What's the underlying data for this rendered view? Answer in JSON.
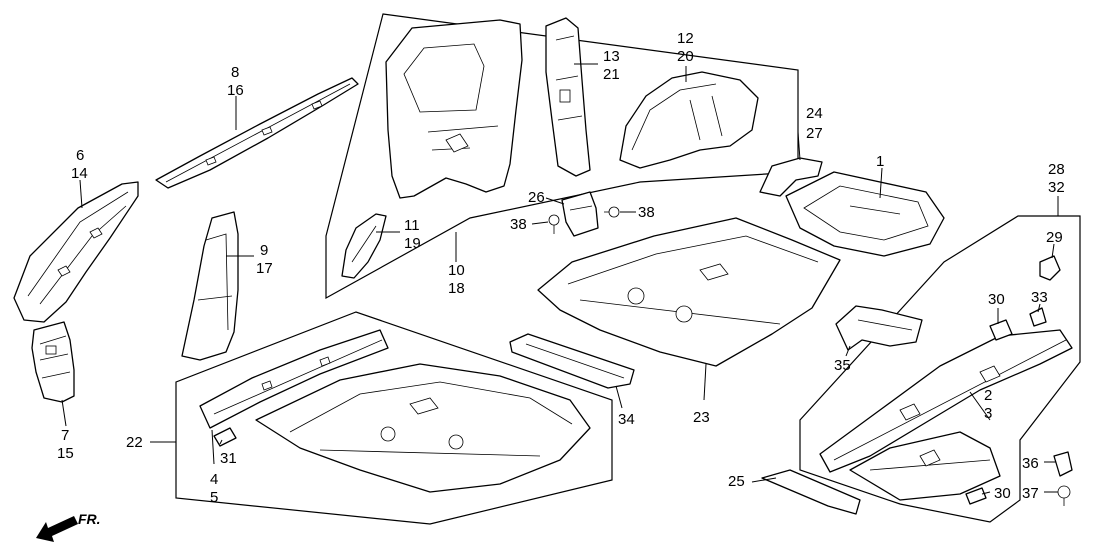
{
  "diagram": {
    "front_indicator": {
      "text": "FR.",
      "icon": "arrow-left-down-icon"
    },
    "callouts": [
      {
        "id": "c1",
        "text": "1"
      },
      {
        "id": "c2",
        "text": "2"
      },
      {
        "id": "c3",
        "text": "3"
      },
      {
        "id": "c4",
        "text": "4"
      },
      {
        "id": "c5",
        "text": "5"
      },
      {
        "id": "c6",
        "text": "6"
      },
      {
        "id": "c7",
        "text": "7"
      },
      {
        "id": "c8",
        "text": "8"
      },
      {
        "id": "c9",
        "text": "9"
      },
      {
        "id": "c10",
        "text": "10"
      },
      {
        "id": "c11",
        "text": "11"
      },
      {
        "id": "c12",
        "text": "12"
      },
      {
        "id": "c13",
        "text": "13"
      },
      {
        "id": "c14",
        "text": "14"
      },
      {
        "id": "c15",
        "text": "15"
      },
      {
        "id": "c16",
        "text": "16"
      },
      {
        "id": "c17",
        "text": "17"
      },
      {
        "id": "c18",
        "text": "18"
      },
      {
        "id": "c19",
        "text": "19"
      },
      {
        "id": "c20",
        "text": "20"
      },
      {
        "id": "c21",
        "text": "21"
      },
      {
        "id": "c22",
        "text": "22"
      },
      {
        "id": "c23",
        "text": "23"
      },
      {
        "id": "c24",
        "text": "24"
      },
      {
        "id": "c25",
        "text": "25"
      },
      {
        "id": "c26",
        "text": "26"
      },
      {
        "id": "c27",
        "text": "27"
      },
      {
        "id": "c28",
        "text": "28"
      },
      {
        "id": "c29",
        "text": "29"
      },
      {
        "id": "c30a",
        "text": "30"
      },
      {
        "id": "c30b",
        "text": "30"
      },
      {
        "id": "c31",
        "text": "31"
      },
      {
        "id": "c32",
        "text": "32"
      },
      {
        "id": "c33",
        "text": "33"
      },
      {
        "id": "c34",
        "text": "34"
      },
      {
        "id": "c35",
        "text": "35"
      },
      {
        "id": "c36",
        "text": "36"
      },
      {
        "id": "c37",
        "text": "37"
      },
      {
        "id": "c38a",
        "text": "38"
      },
      {
        "id": "c38b",
        "text": "38"
      }
    ]
  }
}
